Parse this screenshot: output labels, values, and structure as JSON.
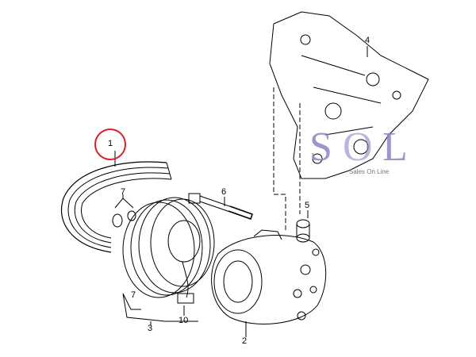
{
  "diagram": {
    "part_labels": {
      "belt": "1",
      "compressor": "2",
      "clutch_assembly": "3",
      "bracket": "4",
      "bushing": "5",
      "bolt": "6",
      "clutch_parts_upper": "7",
      "clutch_parts_lower": "7",
      "connector": "10"
    },
    "highlight_color": "#d6202a",
    "watermark": {
      "letters": "SOL",
      "tagline": "Sales On Line"
    }
  }
}
